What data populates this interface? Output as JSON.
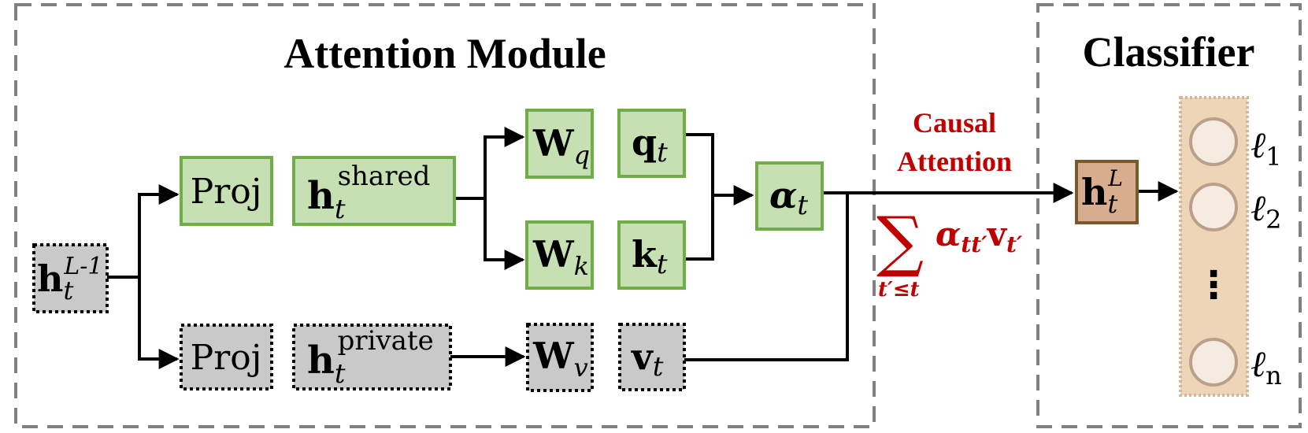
{
  "panels": {
    "attention_title": "Attention Module",
    "classifier_title": "Classifier"
  },
  "nodes": {
    "input": {
      "base": "h",
      "sub": "t",
      "sup": "L-1"
    },
    "proj_shared": "Proj",
    "proj_private": "Proj",
    "h_shared": {
      "base": "h",
      "sub": "t",
      "sup": "shared"
    },
    "h_private": {
      "base": "h",
      "sub": "t",
      "sup": "private"
    },
    "wq": {
      "base": "W",
      "sub": "q"
    },
    "wk": {
      "base": "W",
      "sub": "k"
    },
    "wv": {
      "base": "W",
      "sub": "v"
    },
    "qt": {
      "base": "q",
      "sub": "t"
    },
    "kt": {
      "base": "k",
      "sub": "t"
    },
    "vt": {
      "base": "v",
      "sub": "t"
    },
    "alpha": {
      "base": "α",
      "sub": "t"
    },
    "output": {
      "base": "h",
      "sub": "t",
      "sup": "L"
    }
  },
  "causal": {
    "line1": "Causal",
    "line2": "Attention",
    "sum_symbol": "∑",
    "sum_index": "t′≤t",
    "alpha_base": "α",
    "alpha_sub": "tt′",
    "v_base": "v",
    "v_sub": "t′"
  },
  "classifier": {
    "labels": [
      {
        "base": "ℓ",
        "sub": "1"
      },
      {
        "base": "ℓ",
        "sub": "2"
      },
      {
        "base": "ℓ",
        "sub": "n"
      }
    ],
    "ellipsis": "⋮"
  },
  "colors": {
    "green_fill": "#c6e0b4",
    "green_stroke": "#70ad47",
    "gray_fill": "#c9c9c9",
    "brown_fill": "#d8ac8e",
    "classifier_fill": "#efd5b8",
    "causal_red": "#c00000"
  }
}
